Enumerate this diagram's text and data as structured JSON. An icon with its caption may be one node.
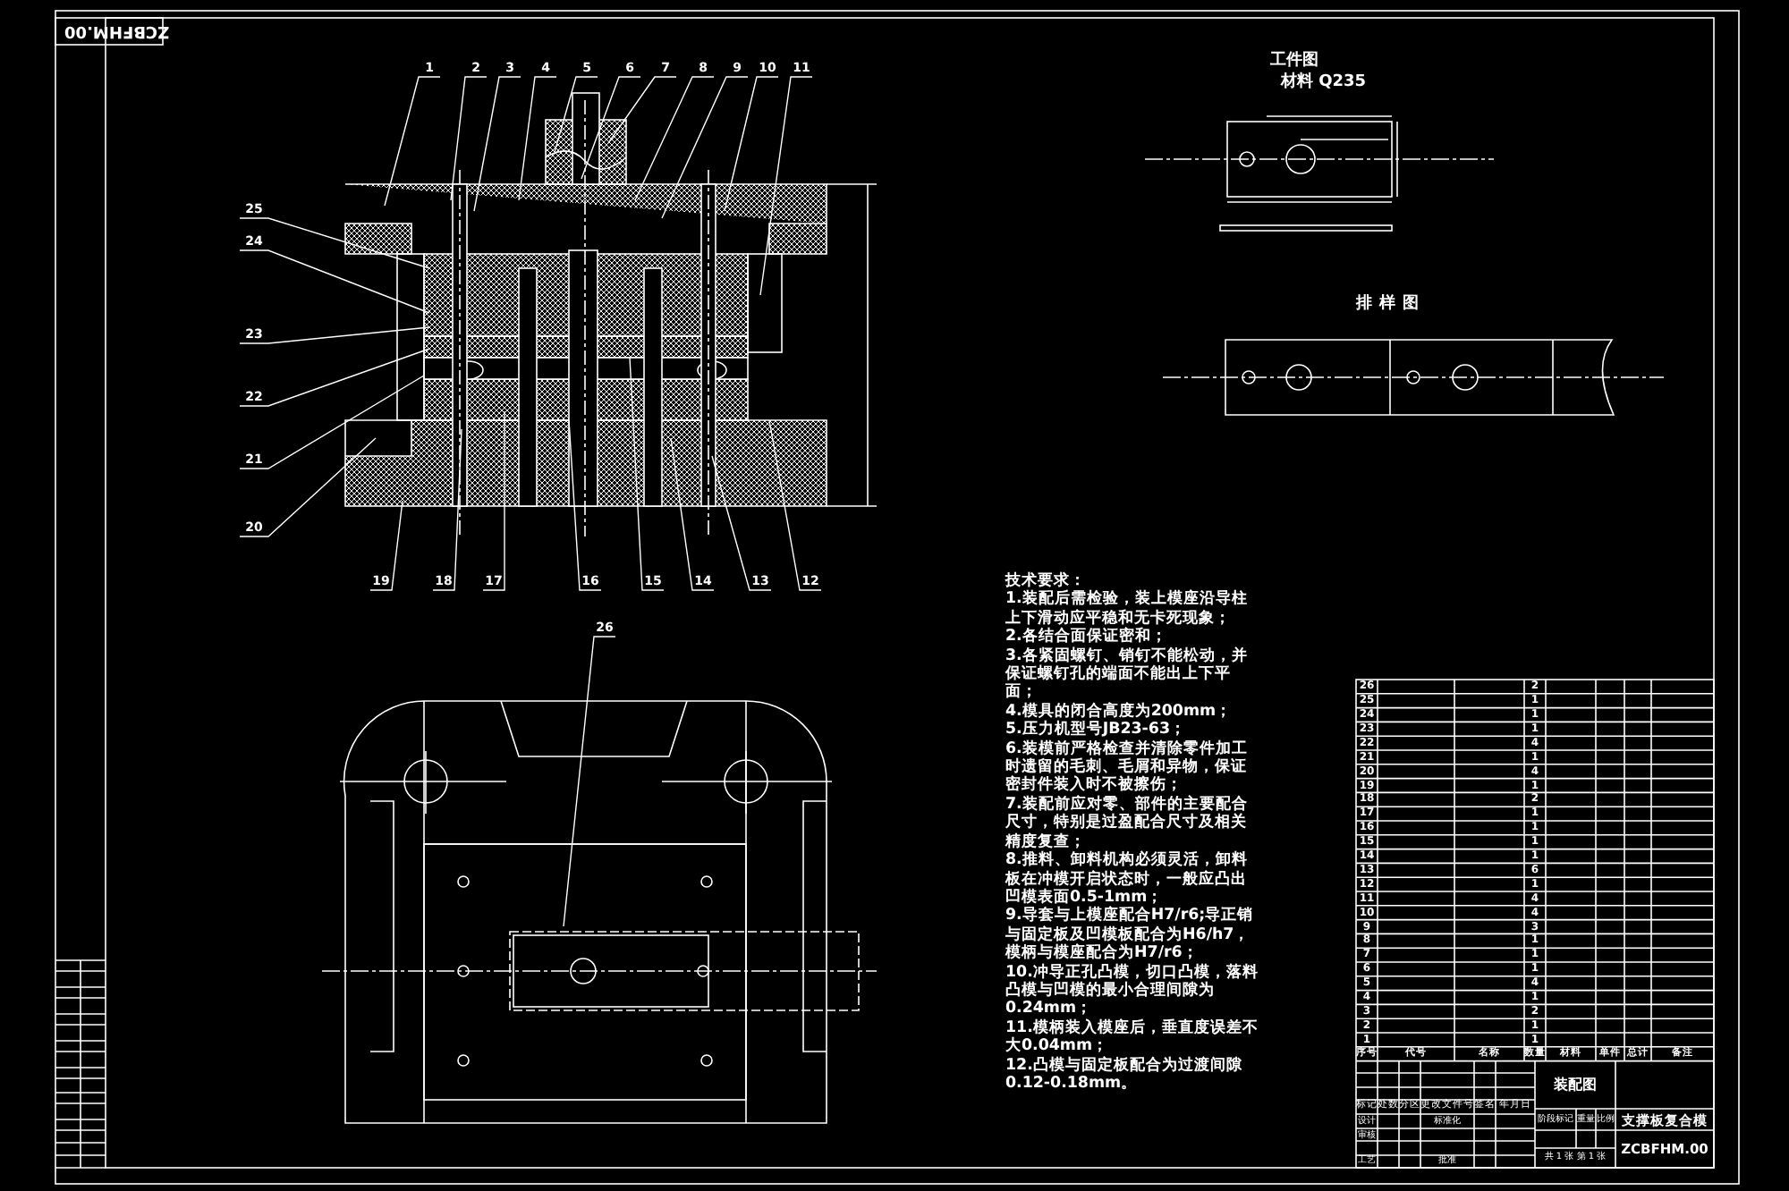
{
  "diagram": {
    "nodes": [
      {
        "text": [
          "1"
        ]
      },
      {
        "text": [
          "2"
        ]
      },
      {
        "text": [
          "3"
        ]
      },
      {
        "text": [
          "4"
        ]
      },
      {
        "text": [
          "5"
        ]
      },
      {
        "text": [
          "6"
        ]
      },
      {
        "text": [
          "7"
        ]
      },
      {
        "text": [
          "8"
        ]
      },
      {
        "text": [
          "9"
        ]
      },
      {
        "text": [
          "10"
        ]
      },
      {
        "text": [
          "11"
        ]
      },
      {
        "text": [
          "12"
        ]
      },
      {
        "text": [
          "13"
        ]
      },
      {
        "text": [
          "14"
        ]
      },
      {
        "text": [
          "15"
        ]
      },
      {
        "text": [
          "16"
        ]
      },
      {
        "text": [
          "17"
        ]
      },
      {
        "text": [
          "18"
        ]
      },
      {
        "text": [
          "19"
        ]
      },
      {
        "text": [
          "20"
        ]
      },
      {
        "text": [
          "21"
        ]
      },
      {
        "text": [
          "22"
        ]
      },
      {
        "text": [
          "23"
        ]
      },
      {
        "text": [
          "24"
        ]
      },
      {
        "text": [
          "25"
        ]
      },
      {
        "text": [
          "26"
        ]
      }
    ],
    "edges": [
      {
        "from": 0,
        "to": null,
        "arrow": "none"
      },
      {
        "from": 1,
        "to": null,
        "arrow": "none"
      },
      {
        "from": 2,
        "to": null,
        "arrow": "none"
      },
      {
        "from": 3,
        "to": null,
        "arrow": "none"
      },
      {
        "from": 4,
        "to": null,
        "arrow": "none"
      },
      {
        "from": 5,
        "to": null,
        "arrow": "none"
      },
      {
        "from": 6,
        "to": null,
        "arrow": "none"
      },
      {
        "from": 7,
        "to": null,
        "arrow": "none"
      },
      {
        "from": 8,
        "to": null,
        "arrow": "none"
      },
      {
        "from": 9,
        "to": null,
        "arrow": "none"
      },
      {
        "from": 10,
        "to": null,
        "arrow": "none"
      },
      {
        "from": 11,
        "to": null,
        "arrow": "none"
      },
      {
        "from": 12,
        "to": null,
        "arrow": "none"
      },
      {
        "from": 13,
        "to": null,
        "arrow": "none"
      },
      {
        "from": 14,
        "to": null,
        "arrow": "none"
      },
      {
        "from": 15,
        "to": null,
        "arrow": "none"
      },
      {
        "from": 16,
        "to": null,
        "arrow": "none"
      },
      {
        "from": 17,
        "to": null,
        "arrow": "none"
      },
      {
        "from": 18,
        "to": null,
        "arrow": "none"
      },
      {
        "from": 19,
        "to": null,
        "arrow": "none"
      },
      {
        "from": 20,
        "to": null,
        "arrow": "none"
      },
      {
        "from": 21,
        "to": null,
        "arrow": "none"
      },
      {
        "from": 22,
        "to": null,
        "arrow": "none"
      },
      {
        "from": 23,
        "to": null,
        "arrow": "none"
      },
      {
        "from": 24,
        "to": null,
        "arrow": "none"
      },
      {
        "from": 25,
        "to": null,
        "arrow": "none"
      }
    ],
    "labels": [
      "ZCBFHM.00",
      "工件图",
      "材料 Q235",
      "排样图",
      "技术要求：",
      "1.装配后需检验，装上模座沿导柱上下滑动应平稳和无卡死现象；",
      "2.各结合面保证密和；",
      "3.各紧固螺钉、销钉不能松动，并保证螺钉孔的端面不能出上下平面；",
      "4.模具的闭合高度为200mm；",
      "5.压力机型号JB23-63；",
      "6.装模前严格检查并清除零件加工时遗留的毛刺、毛屑和异物，保证密封件装入时不被擦伤；",
      "7.装配前应对零、部件的主要配合尺寸，特别是过盈配合尺寸及相关精度复查；",
      "8.推料、卸料机构必须灵活，卸料板在冲模开启状态时，一般应凸出凹模表面0.5-1mm；",
      "9.导套与上模座配合H7/r6;导正销与固定板及凹模板配合为H6/h7，模柄与模座配合为H7/r6；",
      "10.冲导正孔凸模，切口凸模，落料凸模与凹模的最小合理间隙为0.24mm；",
      "11.模柄装入模座后，垂直度误差不大0.04mm；",
      "12.凸模与固定板配合为过渡间隙0.12-0.18mm。",
      "26",
      "2",
      "25",
      "1",
      "24",
      "1",
      "23",
      "1",
      "22",
      "4",
      "21",
      "1",
      "20",
      "4",
      "19",
      "1",
      "18",
      "2",
      "17",
      "1",
      "16",
      "1",
      "15",
      "1",
      "14",
      "1",
      "13",
      "6",
      "12",
      "1",
      "11",
      "4",
      "10",
      "4",
      "9",
      "3",
      "8",
      "1",
      "7",
      "1",
      "6",
      "1",
      "5",
      "4",
      "4",
      "1",
      "3",
      "2",
      "2",
      "1",
      "1",
      "1",
      "序号",
      "代号",
      "名称",
      "数量",
      "材料",
      "单件",
      "总计",
      "备注",
      "装配图",
      "支撑板复合模",
      "标记",
      "处数",
      "分区",
      "更改文件号",
      "签名",
      "年月日",
      "设计",
      "标准化",
      "阶段标记",
      "重量",
      "比例",
      "审核",
      "共 1 张 第 1 张",
      "ZCBFHM.00",
      "工艺",
      "批准"
    ]
  }
}
